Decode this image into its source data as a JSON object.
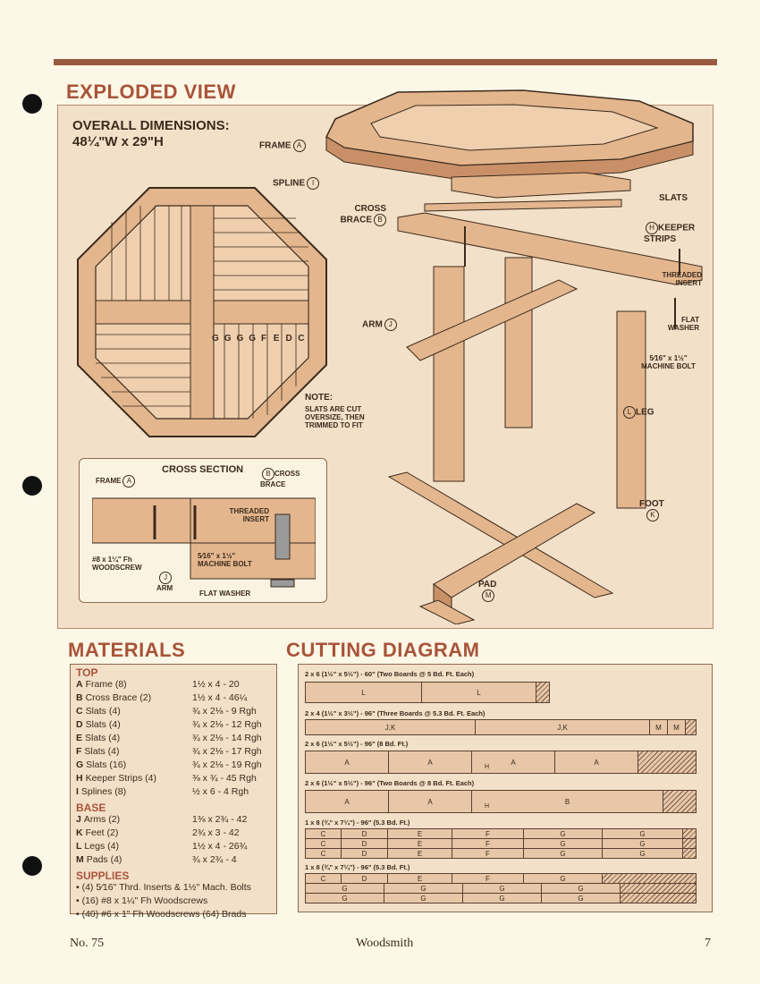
{
  "exploded": {
    "title": "EXPLODED VIEW",
    "dims_title": "OVERALL DIMENSIONS:",
    "dims_value": "48¼\"W x 29\"H",
    "labels": {
      "frame": "FRAME",
      "frame_id": "A",
      "spline": "SPLINE",
      "spline_id": "I",
      "cross_brace": "CROSS BRACE",
      "cross_brace_id": "B",
      "slats": "SLATS",
      "keeper": "KEEPER STRIPS",
      "keeper_id": "H",
      "threaded": "THREADED INSERT",
      "flat": "FLAT WASHER",
      "bolt": "5⁄16\" x 1½\" MACHINE BOLT",
      "arm": "ARM",
      "arm_id": "J",
      "leg": "LEG",
      "leg_id": "L",
      "foot": "FOOT",
      "foot_id": "K",
      "pad": "PAD",
      "pad_id": "M"
    },
    "slat_letters": [
      "G",
      "G",
      "G",
      "G",
      "F",
      "E",
      "D",
      "C"
    ],
    "note_title": "NOTE:",
    "note_body": "SLATS ARE CUT OVERSIZE, THEN TRIMMED TO FIT"
  },
  "cross_section": {
    "title": "CROSS SECTION",
    "frame": "FRAME",
    "frame_id": "A",
    "brace": "CROSS BRACE",
    "brace_id": "B",
    "insert": "THREADED INSERT",
    "screw": "#8 x 1¼\" Fh WOODSCREW",
    "bolt": "5⁄16\" x 1½\" MACHINE BOLT",
    "arm": "ARM",
    "arm_id": "J",
    "washer": "FLAT WASHER"
  },
  "materials": {
    "title": "MATERIALS",
    "top_title": "TOP",
    "top": [
      {
        "id": "A",
        "name": "Frame (8)",
        "size": "1½ x 4 - 20"
      },
      {
        "id": "B",
        "name": "Cross Brace (2)",
        "size": "1½ x 4 - 46¼"
      },
      {
        "id": "C",
        "name": "Slats (4)",
        "size": "¾ x 2⅛ - 9 Rgh"
      },
      {
        "id": "D",
        "name": "Slats (4)",
        "size": "¾ x 2⅛ - 12 Rgh"
      },
      {
        "id": "E",
        "name": "Slats (4)",
        "size": "¾ x 2⅛ - 14 Rgh"
      },
      {
        "id": "F",
        "name": "Slats (4)",
        "size": "¾ x 2⅛ - 17 Rgh"
      },
      {
        "id": "G",
        "name": "Slats (16)",
        "size": "¾ x 2⅛ - 19 Rgh"
      },
      {
        "id": "H",
        "name": "Keeper Strips (4)",
        "size": "⅜ x ¾ - 45 Rgh"
      },
      {
        "id": "I",
        "name": "Splines (8)",
        "size": "½ x 6 - 4 Rgh"
      }
    ],
    "base_title": "BASE",
    "base": [
      {
        "id": "J",
        "name": "Arms (2)",
        "size": "1⅜ x 2¾ - 42"
      },
      {
        "id": "K",
        "name": "Feet (2)",
        "size": "2¾ x 3 - 42"
      },
      {
        "id": "L",
        "name": "Legs (4)",
        "size": "1½ x 4 - 26¾"
      },
      {
        "id": "M",
        "name": "Pads (4)",
        "size": "¾ x 2¾ - 4"
      }
    ],
    "supplies_title": "SUPPLIES",
    "supplies": [
      "• (4) 5⁄16\" Thrd. Inserts & 1½\" Mach. Bolts",
      "• (16) #8 x 1¼\" Fh Woodscrews",
      "• (40) #6 x 1\" Fh Woodscrews   (64) Brads"
    ]
  },
  "cutting": {
    "title": "CUTTING DIAGRAM",
    "boards": [
      {
        "heading": "2 x 6 (1½\" x 5½\") - 60\" (Two Boards @ 5 Bd. Ft. Each)",
        "segs": [
          "L",
          "L"
        ]
      },
      {
        "heading": "2 x 4 (1½\" x 3½\") - 96\" (Three Boards @ 5.3 Bd. Ft. Each)",
        "segs": [
          "J,K",
          "J,K",
          "M",
          "M"
        ]
      },
      {
        "heading": "2 x 6 (1½\" x 5½\") - 96\" (8 Bd. Ft.)",
        "segs": [
          "A",
          "A",
          "A",
          "A"
        ],
        "mark": "H"
      },
      {
        "heading": "2 x 6 (1½\" x 5½\") - 96\" (Two Boards @ 8 Bd. Ft. Each)",
        "segs": [
          "A",
          "A",
          "B"
        ],
        "mark": "H"
      },
      {
        "heading": "1 x 8 (¾\" x 7¼\") - 96\" (5.3 Bd. Ft.)",
        "rows": [
          [
            "C",
            "D",
            "E",
            "F",
            "G",
            "G"
          ],
          [
            "C",
            "D",
            "E",
            "F",
            "G",
            "G"
          ],
          [
            "C",
            "D",
            "E",
            "F",
            "G",
            "G"
          ]
        ]
      },
      {
        "heading": "1 x 8 (¾\" x 7¼\") - 96\" (5.3 Bd. Ft.)",
        "rows": [
          [
            "C",
            "D",
            "E",
            "F",
            "G"
          ],
          [
            "G",
            "G",
            "G",
            "G"
          ],
          [
            "G",
            "G",
            "G",
            "G"
          ]
        ]
      }
    ]
  },
  "footer": {
    "left": "No. 75",
    "center": "Woodsmith",
    "right": "7"
  }
}
